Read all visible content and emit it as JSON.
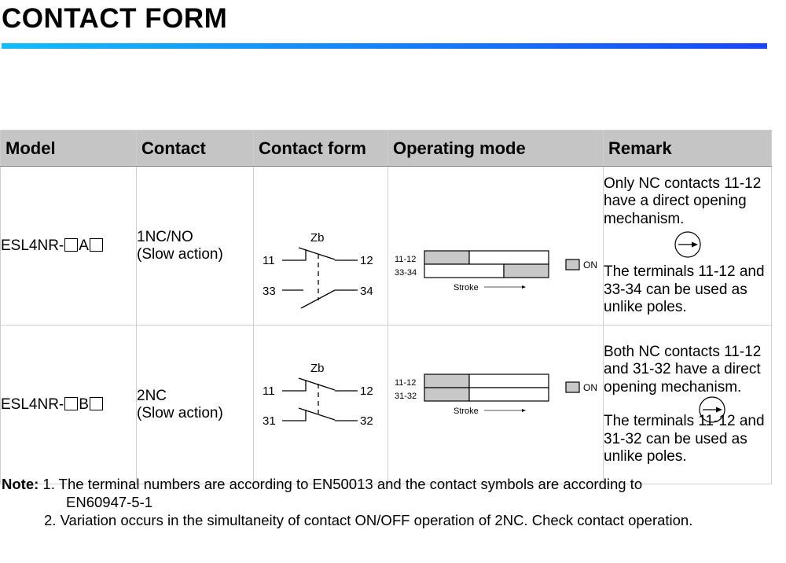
{
  "page": {
    "title": "CONTACT FORM",
    "accent_gradient": [
      "#12bdfa",
      "#1846fb"
    ]
  },
  "table": {
    "headers": [
      "Model",
      "Contact",
      "Contact form",
      "Operating mode",
      "Remark"
    ],
    "rows": [
      {
        "model_prefix": "ESL4NR-",
        "model_letter": "A",
        "contact_line1": "1NC/NO",
        "contact_line2": "(Slow action)",
        "form": {
          "label": "Zb",
          "terminals": [
            "11",
            "12",
            "33",
            "34"
          ]
        },
        "operating_mode": {
          "rows": [
            {
              "label": "11-12",
              "on_segment": "start"
            },
            {
              "label": "33-34",
              "on_segment": "end"
            }
          ],
          "legend": "ON",
          "axis_label": "Stroke"
        },
        "remark_part1": "Only NC contacts 11-12 have a direct opening mechanism.",
        "remark_part2": "The terminals 11-12 and 33-34 can be used as unlike poles."
      },
      {
        "model_prefix": "ESL4NR-",
        "model_letter": "B",
        "contact_line1": "2NC",
        "contact_line2": "(Slow action)",
        "form": {
          "label": "Zb",
          "terminals": [
            "11",
            "12",
            "31",
            "32"
          ]
        },
        "operating_mode": {
          "rows": [
            {
              "label": "11-12",
              "on_segment": "start"
            },
            {
              "label": "31-32",
              "on_segment": "start"
            }
          ],
          "legend": "ON",
          "axis_label": "Stroke"
        },
        "remark_part1": "Both NC contacts 11-12 and 31-32 have a direct opening mechanism.",
        "remark_part2": "The terminals 11-12 and 31-32 can be used as unlike poles."
      }
    ]
  },
  "notes": {
    "label": "Note:",
    "items": [
      "1. The terminal numbers are according to EN50013 and the contact symbols are according to",
      "EN60947-5-1",
      "2. Variation occurs in the simultaneity of contact ON/OFF operation of 2NC. Check contact operation."
    ]
  },
  "icons": {
    "direct_opening": "circle-arrow-right-icon",
    "placeholder_box": "empty-square"
  }
}
